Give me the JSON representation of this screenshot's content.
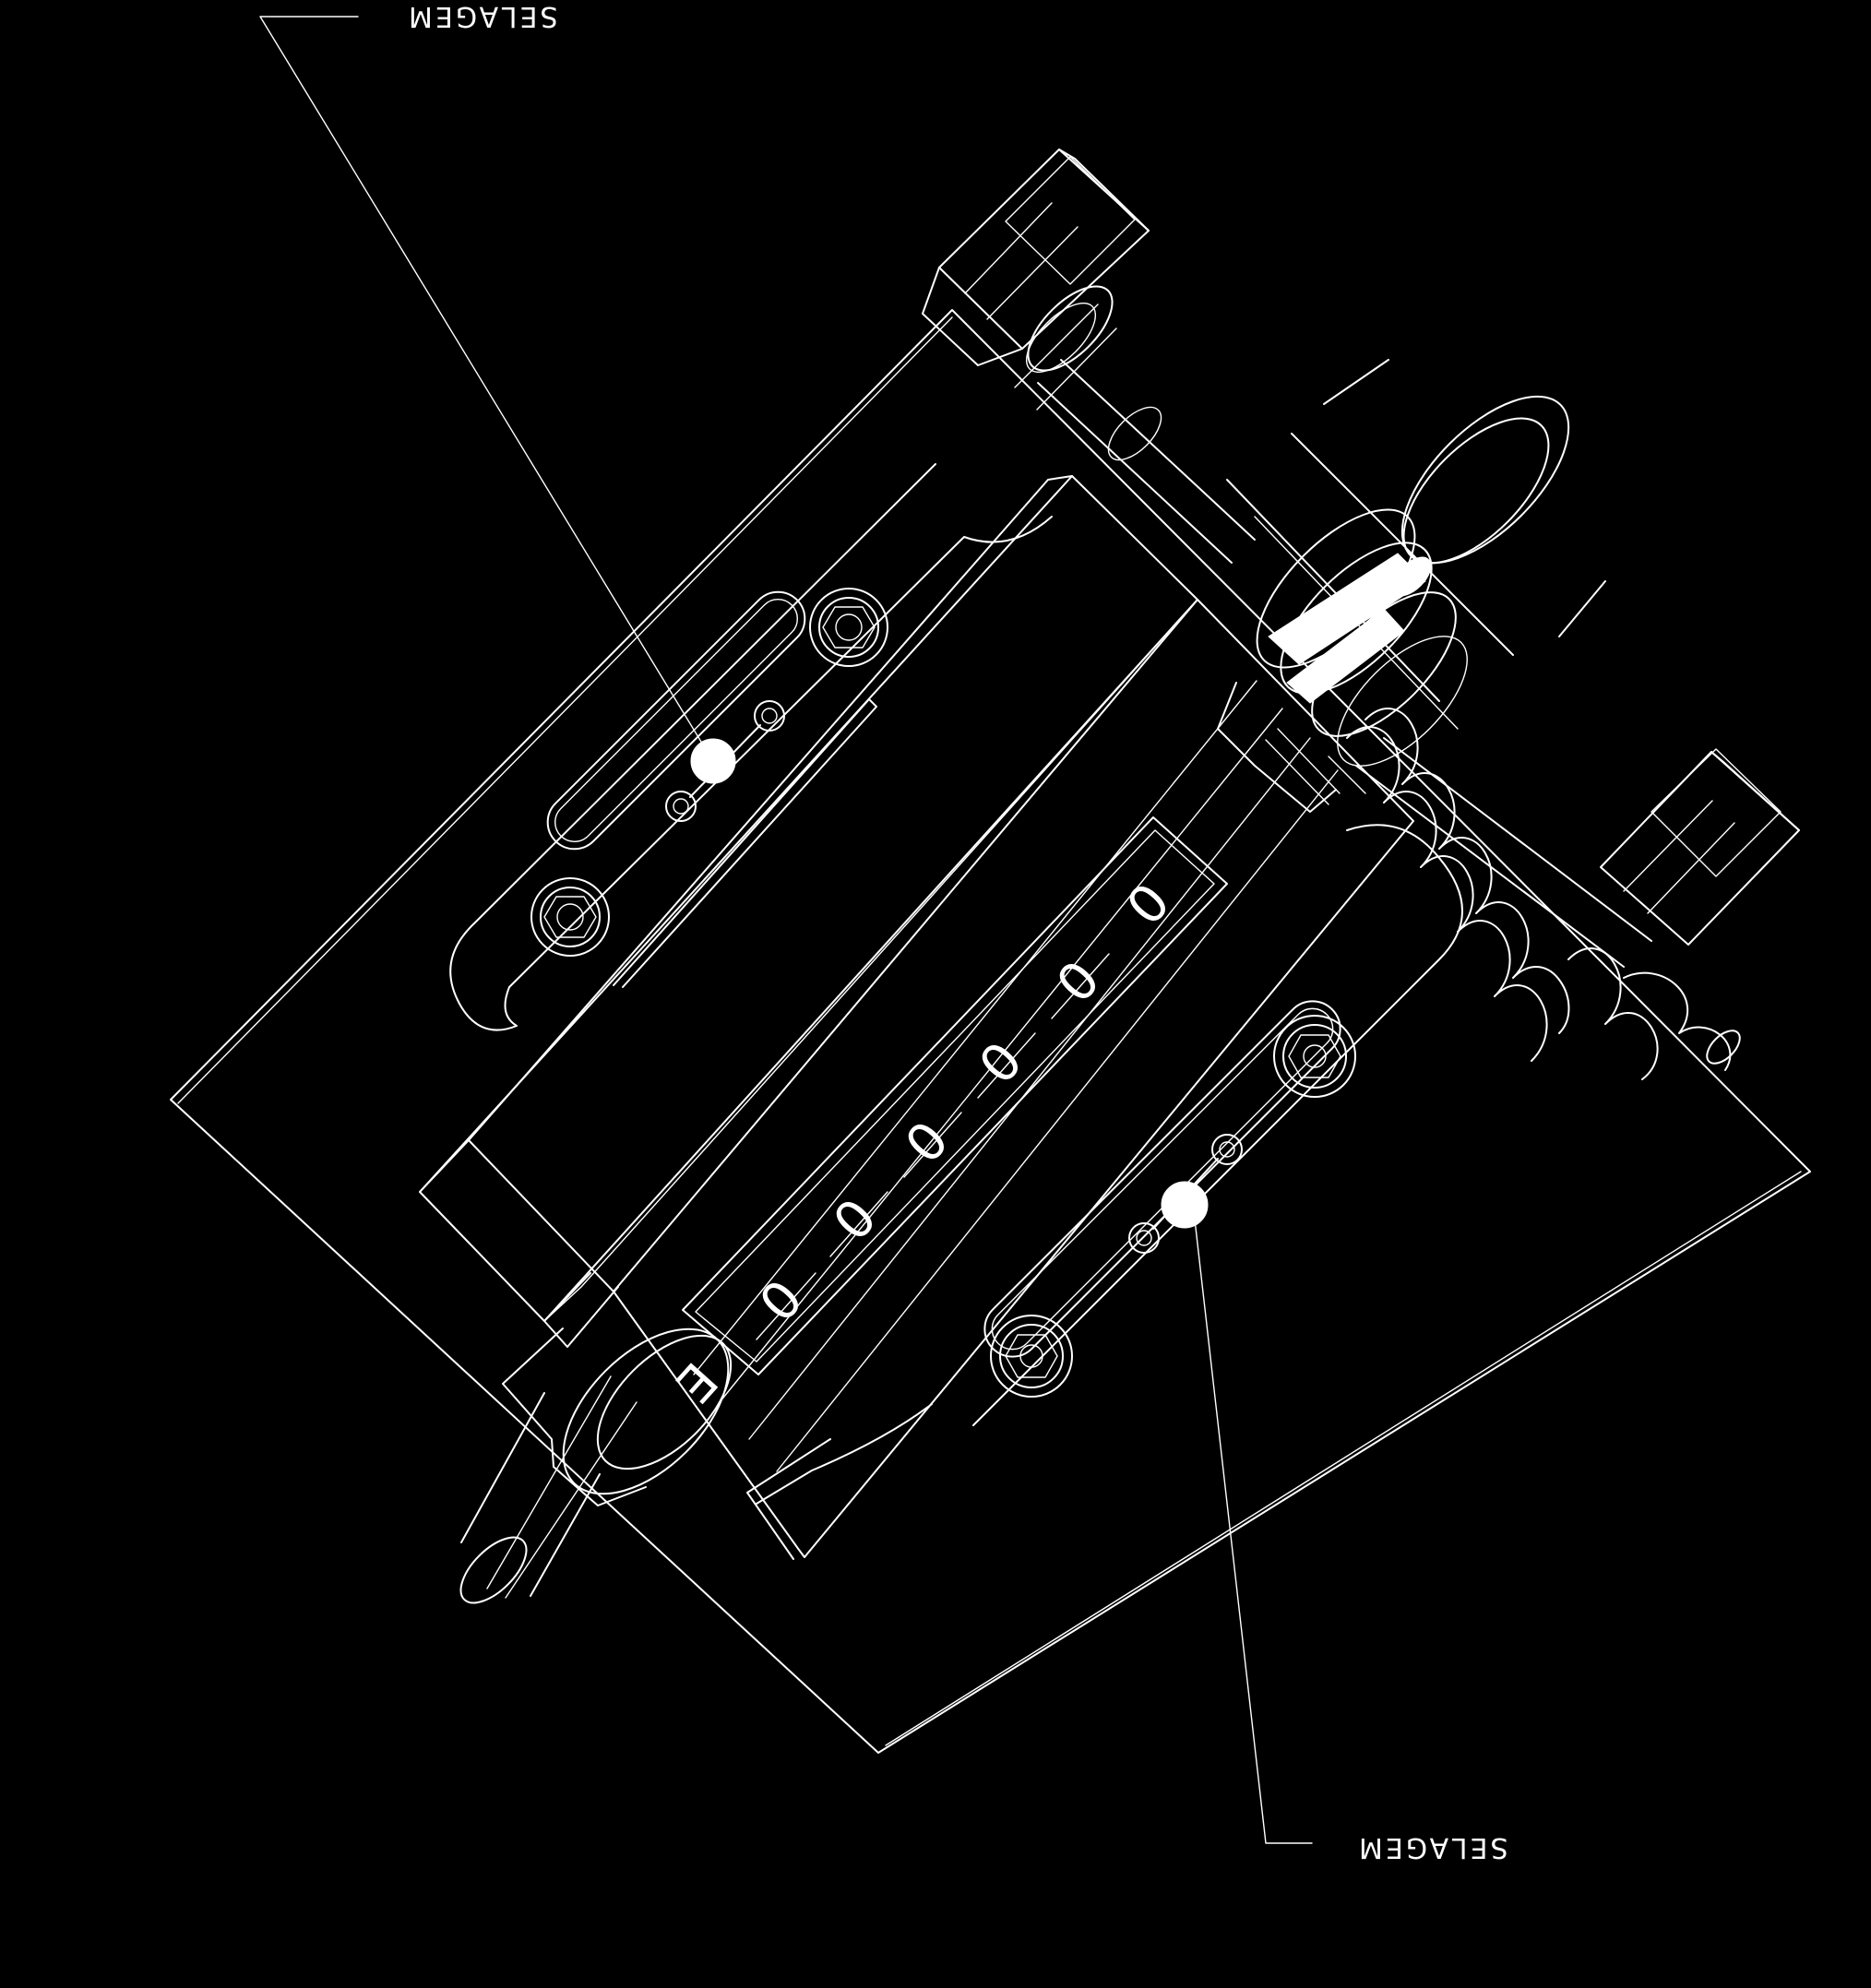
{
  "labels": {
    "top_callout": "SELAGEM",
    "bottom_callout": "SELAGEM",
    "counter_digits": [
      "0",
      "0",
      "0",
      "0",
      "0",
      "0"
    ],
    "small_mark": "E"
  },
  "colors": {
    "background": "#000000",
    "line": "#ffffff"
  }
}
